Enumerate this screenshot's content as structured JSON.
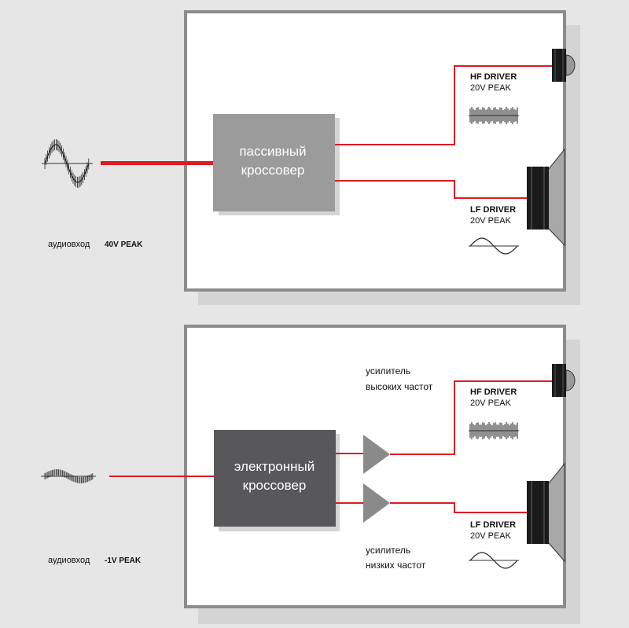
{
  "colors": {
    "background": "#e6e6e6",
    "cabinet_fill": "#ffffff",
    "cabinet_border": "#8c8c8c",
    "cabinet_shadow": "#d4d4d4",
    "signal_line": "#dd1b24",
    "passive_box": "#9b9b9b",
    "electronic_box": "#58585a",
    "amplifier": "#8a8a8a",
    "driver_dark": "#1a1a1a"
  },
  "top": {
    "crossover_label_line1": "пассивный",
    "crossover_label_line2": "кроссовер",
    "input_label": "аудиовход",
    "input_level": "40V PEAK",
    "hf_driver_label": "HF DRIVER",
    "hf_driver_level": "20V PEAK",
    "lf_driver_label": "LF DRIVER",
    "lf_driver_level": "20V PEAK"
  },
  "bottom": {
    "crossover_label_line1": "электронный",
    "crossover_label_line2": "кроссовер",
    "input_label": "аудиовход",
    "input_level": "-1V PEAK",
    "hf_amp_label_line1": "усилитель",
    "hf_amp_label_line2": "высоких частот",
    "lf_amp_label_line1": "усилитель",
    "lf_amp_label_line2": "низких частот",
    "hf_driver_label": "HF DRIVER",
    "hf_driver_level": "20V PEAK",
    "lf_driver_label": "LF DRIVER",
    "lf_driver_level": "20V PEAK"
  }
}
